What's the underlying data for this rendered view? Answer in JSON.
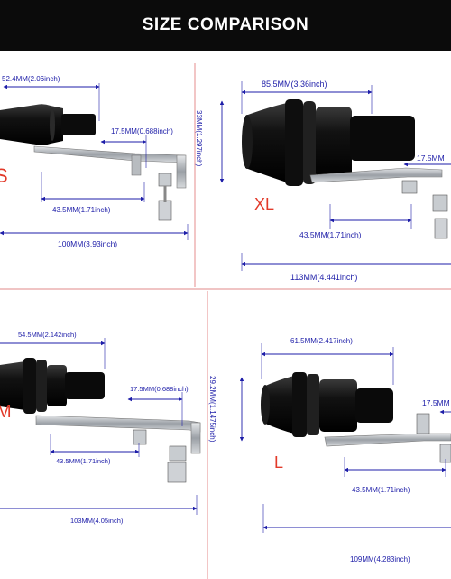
{
  "header": {
    "title": "SIZE COMPARISON"
  },
  "panels": {
    "s": {
      "size": "S",
      "dims": [
        "52.4MM(2.06inch)",
        "17.5MM(0.688inch)",
        "43.5MM(1.71inch)",
        "100MM(3.93inch)"
      ]
    },
    "xl": {
      "size": "XL",
      "dims": [
        "85.5MM(3.36inch)",
        "33MM(1.297inch)",
        "17.5MM",
        "43.5MM(1.71inch)",
        "113MM(4.441inch)"
      ]
    },
    "m": {
      "size": "M",
      "dims": [
        "54.5MM(2.142inch)",
        "17.5MM(0.688inch)",
        "43.5MM(1.71inch)",
        "103MM(4.05inch)"
      ]
    },
    "l": {
      "size": "L",
      "dims": [
        "61.5MM(2.417inch)",
        "29.2MM(1.1475inch)",
        "17.5MM",
        "43.5MM(1.71inch)",
        "109MM(4.283inch)"
      ]
    }
  },
  "colors": {
    "header_bg": "#0b0b0b",
    "dimension": "#1d1da8",
    "size_label": "#e23a2a",
    "divider": "#e8a0a0"
  }
}
